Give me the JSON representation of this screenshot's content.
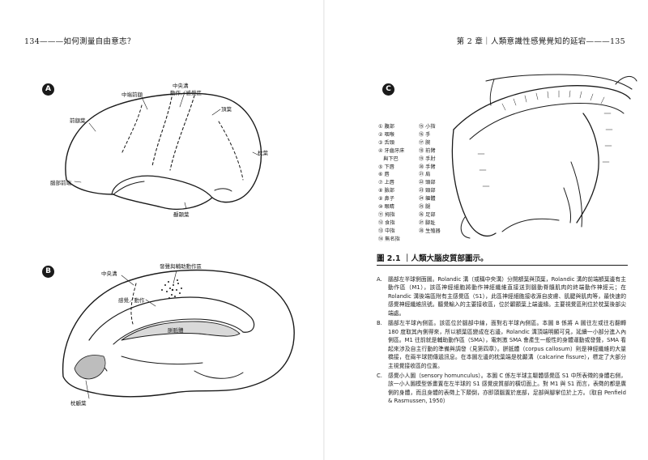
{
  "running_heads": {
    "left": "134———如何測量自由意志？",
    "right": "第 2 章｜人類意識性感覺覺知的延宕———135"
  },
  "figure_a": {
    "badge": "A",
    "labels": {
      "central_sulcus": "中央溝",
      "motor_sensory": "動作／感覺區",
      "frontal_premotor": "中端前額",
      "frontal_lobe": "前額葉",
      "parietal_lobe": "頂葉",
      "occipital_lobe": "枕葉",
      "prefrontal": "腦部前端",
      "temporal_lobe": "顳顬葉"
    }
  },
  "figure_b": {
    "badge": "B",
    "labels": {
      "motor_assoc_area": "發聲與輔助動作區",
      "central_sulcus": "中央溝",
      "sensory_motor": "感覺／動作",
      "corpus_callosum": "胼胝體",
      "occipital_lobe": "枕顳葉"
    }
  },
  "figure_c": {
    "badge": "C",
    "legend_left": [
      "① 腹部",
      "② 咽喉",
      "③ 舌頭",
      "④ 牙齒牙床",
      "　與下巴",
      "⑤ 下唇",
      "⑥ 唇",
      "⑦ 上唇",
      "⑧ 臉部",
      "⑨ 鼻子",
      "⑩ 眼睛",
      "⑪ 拇指",
      "⑫ 食指",
      "⑬ 中指",
      "⑭ 無名指"
    ],
    "legend_right": [
      "⑮ 小指",
      "⑯ 手",
      "⑰ 腕",
      "⑱ 前臂",
      "⑲ 手肘",
      "⑳ 手臂",
      "㉑ 肩",
      "㉒ 頭部",
      "㉓ 頸部",
      "㉔ 軀體",
      "㉕ 腿",
      "㉖ 足部",
      "㉗ 腳趾",
      "㉘ 生殖器"
    ]
  },
  "caption": {
    "title": "圖 2.1 ｜人類大腦皮質部圖示。",
    "notes": [
      {
        "letter": "A.",
        "text": "腦部左半球側面圖。Rolandic 溝（或稱中央溝）分開額葉與頂葉，Rolandic 溝的前端額葉邊有主動作區（M1），該區神經細胞將動作神經纖維直接送到腦動脊髓肌肉的終端動作神經元；在 Rolandic 溝後端區附有主感覺區（S1），此區神經細胞接收源自皮膚、肌腱與肌肉等，最快速的感覺神經纖維訊號。聽覺輸入的主要接收區，位於顳顬葉上端邊緣。主要視覺區則位於枕葉後部尖端處。"
      },
      {
        "letter": "B.",
        "text": "腦部左半球內側區。該區位於腦部中線，面對右半球內側區。本圖 B 係將 A 圖往左或往右翻轉 180 度取其內側得來，所以額葉區變成在右邊，Rolandic 溝頂端明顯可見，延續一小部分進入內側區。M1 往前就是輔助動作區（SMA），電刺激 SMA 會產生一般性的身體運動或發聲，SMA 看起來涉及自主行動的準備與調發（見第四章）。胼胝體（corpus callosum）則是神經纖維的大量橋接，在兩半球間傳遞訊息。在本圖左邊的枕葉端是枕顳溝（calcarine fissure），標定了大部分主視覺接收區的位置。"
      },
      {
        "letter": "C.",
        "text": "感覺小人圖（sensory homunculus）。本圖 C 係左半球主驅體感覺區 S1 中所表徵的身體右側，該一小人圖模型係畫置在左半球的 S1 感覺皮質部的橫切面上。對 M1 與 S1 而言，表徵的都是廣側的身體，而且身體的表徵上下顛倒，亦即頭腦置於底部，足部與腳掌位於上方。（取自 Penfield & Rasmussen, 1950）"
      }
    ]
  }
}
